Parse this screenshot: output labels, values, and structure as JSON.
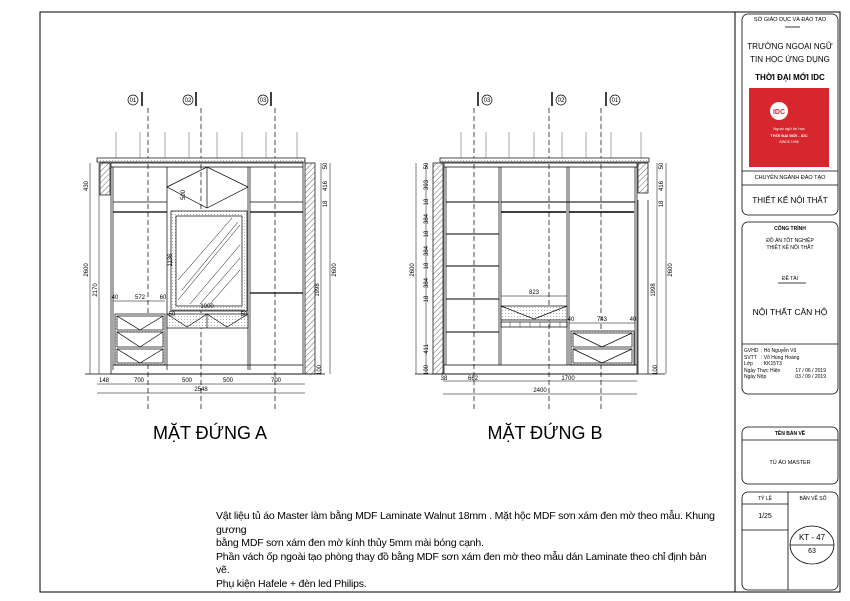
{
  "title_block": {
    "department": "SỞ GIÁO DỤC VÀ ĐÀO TẠO",
    "school_line1": "TRƯỜNG NGOẠI NGỮ",
    "school_line2": "TIN HỌC ỨNG DỤNG",
    "school_brand": "THỜI ĐẠI MỚI IDC",
    "logo": {
      "mark": "IDC",
      "line1": "Ngoại ngữ tin học",
      "line2": "THỜI ĐẠI MỚI - IDC",
      "line3": "SINCE 1996",
      "color": "#d8262f"
    },
    "major_label": "CHUYÊN NGÀNH ĐÀO TẠO",
    "major": "THIẾT KẾ NỘI THẤT",
    "project_label": "CÔNG TRÌNH",
    "project_line1": "ĐỒ ÁN TỐT NGHIỆP",
    "project_line2": "THIẾT KẾ NỘI THẤT",
    "topic_label": "ĐỀ TÀI",
    "topic": "NỘI THẤT CĂN HỘ",
    "info": [
      {
        "k": "GVHD",
        "v": ": Hồ Nguyễn Vũ"
      },
      {
        "k": "SVTT",
        "v": ": Võ Hùng Hoàng"
      },
      {
        "k": "Lớp",
        "v": ": KK15T3"
      },
      {
        "k": "Ngày Thực Hiện",
        "v": "17 / 06 / 2019"
      },
      {
        "k": "Ngày Nộp",
        "v": "03 / 09 / 2019"
      }
    ],
    "drawing_name_label": "TÊN BẢN VẼ",
    "drawing_name": "TỦ ÁO MASTER",
    "scale_label": "TỶ LỆ",
    "scale": "1/25",
    "sheet_label": "BẢN VẼ SỐ",
    "sheet_code": "KT - 47",
    "sheet_number": "63"
  },
  "elevation_a": {
    "title": "MẶT ĐỨNG A",
    "axes": [
      "01",
      "02",
      "03"
    ],
    "dims_bottom": [
      "148",
      "700",
      "500",
      "500",
      "700"
    ],
    "dim_total": "2548",
    "dims_left": [
      "430",
      "2170",
      "2600"
    ],
    "dims_right": [
      "50",
      "416",
      "18",
      "1998",
      "2600",
      "100"
    ],
    "dims_inner": [
      "500",
      "1136",
      "40",
      "572",
      "60",
      "50",
      "1000",
      "50"
    ]
  },
  "elevation_b": {
    "title": "MẶT ĐỨNG B",
    "axes": [
      "03",
      "02",
      "01"
    ],
    "dims_bottom": [
      "38",
      "662",
      "1700"
    ],
    "dim_total": "2400",
    "dims_left": [
      "50",
      "393",
      "18",
      "384",
      "18",
      "384",
      "18",
      "384",
      "18",
      "411",
      "100",
      "2600"
    ],
    "dims_right": [
      "50",
      "416",
      "18",
      "1998",
      "2600",
      "100"
    ],
    "dims_inner": [
      "823",
      "40",
      "743",
      "40"
    ]
  },
  "notes": [
    "Vật liệu tủ áo Master làm bằng MDF Laminate Walnut 18mm . Mặt hộc MDF sơn xám đen mờ theo mẫu. Khung gương",
    "bằng MDF sơn xám đen mờ kính thủy 5mm mài bóng cạnh.",
    "Phần vách ốp ngoài tạo phòng thay đồ bằng MDF sơn xám đen mờ theo mẫu dán Laminate theo chỉ định bản vẽ.",
    "Phụ kiện Hafele + đèn led Philips."
  ]
}
